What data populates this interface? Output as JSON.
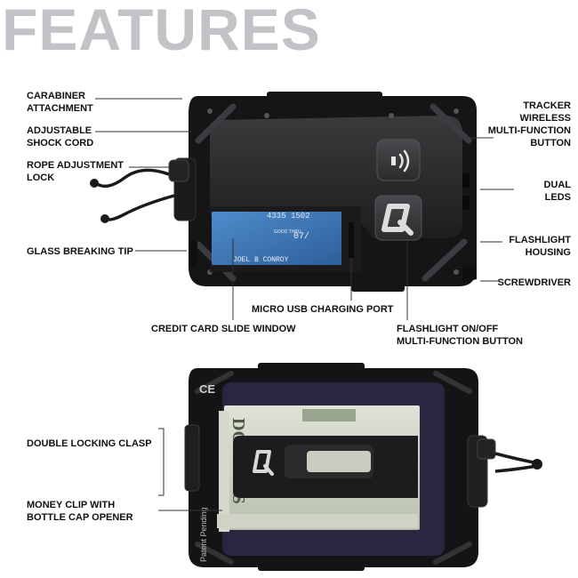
{
  "header": {
    "title": "FEATURES"
  },
  "labels": {
    "carabiner": [
      "CARABINER",
      "ATTACHMENT"
    ],
    "shock_cord": [
      "ADJUSTABLE",
      "SHOCK CORD"
    ],
    "rope_lock": [
      "ROPE ADJUSTMENT",
      "LOCK"
    ],
    "glass_tip": [
      "GLASS BREAKING TIP"
    ],
    "tracker": [
      "TRACKER",
      "WIRELESS",
      "MULTI-FUNCTION",
      "BUTTON"
    ],
    "dual_leds": [
      "DUAL",
      "LEDS"
    ],
    "flashlight_housing": [
      "FLASHLIGHT",
      "HOUSING"
    ],
    "screwdriver": [
      "SCREWDRIVER"
    ],
    "usb_port": [
      "MICRO USB CHARGING PORT"
    ],
    "card_window": [
      "CREDIT CARD SLIDE WINDOW"
    ],
    "flashlight_button": [
      "FLASHLIGHT ON/OFF",
      "MULTI-FUNCTION BUTTON"
    ],
    "locking_clasp": [
      "DOUBLE LOCKING CLASP"
    ],
    "money_clip": [
      "MONEY CLIP WITH",
      "BOTTLE CAP OPENER"
    ]
  },
  "product_text": {
    "card_number": "4335 1502",
    "card_good_thru_label": "GOOD THRU",
    "card_expiry": "07/",
    "card_name": "JOEL B CONROY",
    "ce_mark": "CE",
    "patent": "Patent Pending",
    "bill_text": "DOLLARS"
  },
  "colors": {
    "title": "#c3c3c7",
    "wallet_body": "#1c1c1e",
    "wallet_plate": "#2a2a2c",
    "card_blue": "#3f78b8",
    "leader_line": "#333333"
  }
}
